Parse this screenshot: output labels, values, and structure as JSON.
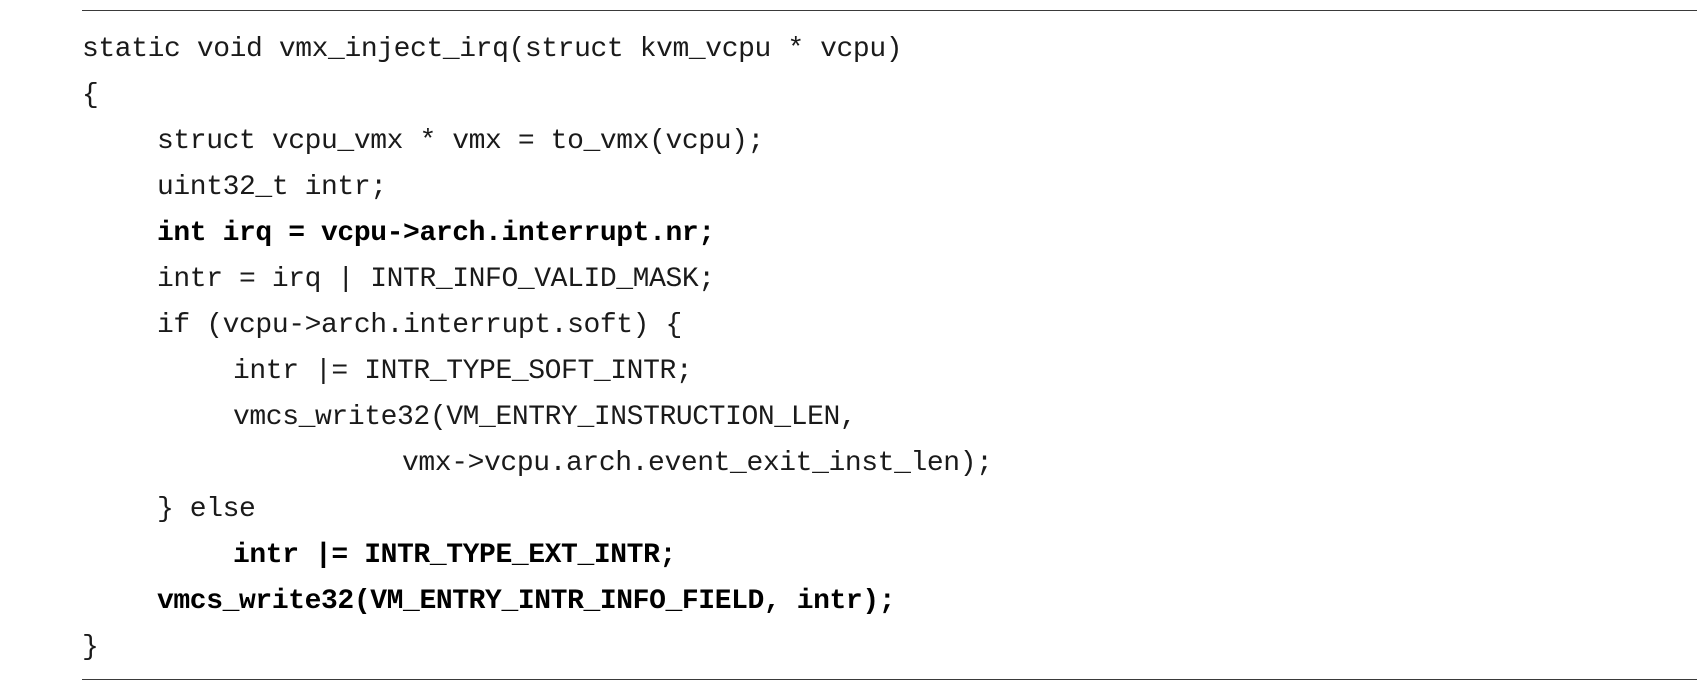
{
  "code_listing": {
    "lines": [
      {
        "text": "static void vmx_inject_irq(struct kvm_vcpu * vcpu)",
        "indent": 0,
        "bold": false
      },
      {
        "text": "{",
        "indent": 0,
        "bold": false
      },
      {
        "text": "struct vcpu_vmx * vmx = to_vmx(vcpu);",
        "indent": 1,
        "bold": false
      },
      {
        "text": "uint32_t intr;",
        "indent": 1,
        "bold": false
      },
      {
        "text": "int irq = vcpu->arch.interrupt.nr;",
        "indent": 1,
        "bold": true
      },
      {
        "text": "intr = irq | INTR_INFO_VALID_MASK;",
        "indent": 1,
        "bold": false
      },
      {
        "text": "if (vcpu->arch.interrupt.soft) {",
        "indent": 1,
        "bold": false
      },
      {
        "text": "intr |= INTR_TYPE_SOFT_INTR;",
        "indent": 2,
        "bold": false
      },
      {
        "text": "vmcs_write32(VM_ENTRY_INSTRUCTION_LEN,",
        "indent": 2,
        "bold": false
      },
      {
        "text": "vmx->vcpu.arch.event_exit_inst_len);",
        "indent": 3,
        "bold": false
      },
      {
        "text": "} else",
        "indent": 1,
        "bold": false
      },
      {
        "text": "intr |= INTR_TYPE_EXT_INTR;",
        "indent": 2,
        "bold": true
      },
      {
        "text": "vmcs_write32(VM_ENTRY_INTR_INFO_FIELD, intr);",
        "indent": 1,
        "bold": true
      },
      {
        "text": "}",
        "indent": 0,
        "bold": false
      }
    ]
  }
}
